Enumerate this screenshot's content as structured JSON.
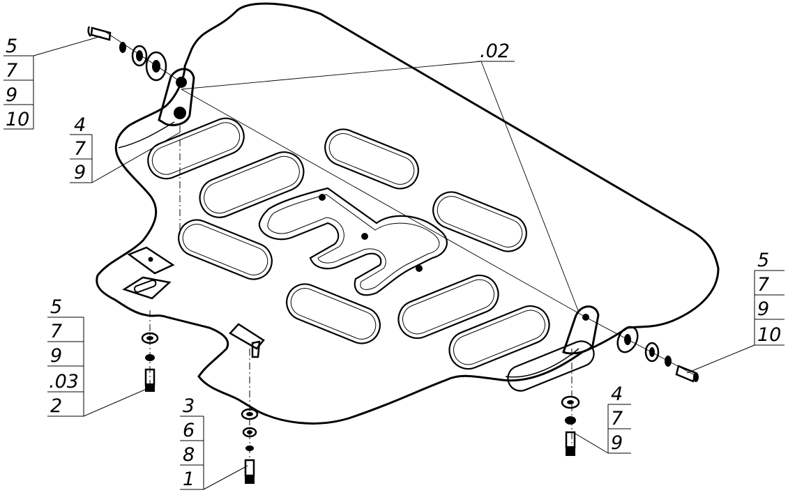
{
  "diagram": {
    "colors": {
      "stroke": "#000000",
      "background": "#ffffff"
    },
    "callouts": [
      {
        "id": "top-left-bolt",
        "labels": [
          "5",
          "7",
          "9",
          "10"
        ]
      },
      {
        "id": "left-bracket",
        "labels": [
          "4",
          "7",
          "9"
        ]
      },
      {
        "id": "bottom-left-bolt",
        "labels": [
          "5",
          "7",
          "9",
          ".03",
          "2"
        ]
      },
      {
        "id": "bottom-center-bolt",
        "labels": [
          "3",
          "6",
          "8",
          "1"
        ]
      },
      {
        "id": "bottom-right-bolt",
        "labels": [
          "4",
          "7",
          "9"
        ]
      },
      {
        "id": "right-bolt",
        "labels": [
          "5",
          "7",
          "9",
          "10"
        ]
      },
      {
        "id": "brackets",
        "labels": [
          ".02"
        ]
      }
    ]
  }
}
